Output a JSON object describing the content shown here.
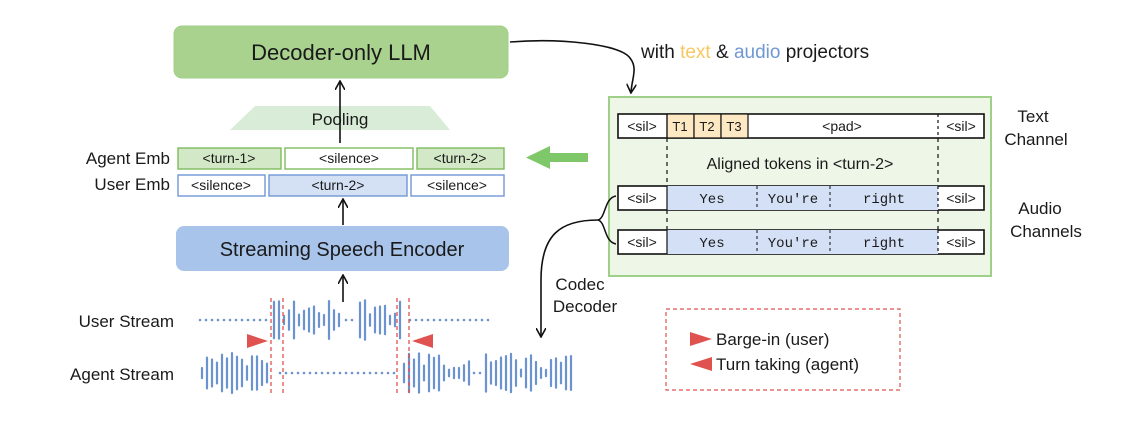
{
  "colors": {
    "llm_fill": "#a9d28f",
    "llm_stroke": "#9fcf87",
    "encoder_fill": "#a8c4ea",
    "agent_box_fill": "#d3e8c6",
    "agent_box_stroke": "#7fbb5e",
    "user_box_fill": "#d4e1f5",
    "user_box_stroke": "#6f97d4",
    "pooling_fill": "#d9ecd7",
    "panel_fill": "#eef6e8",
    "panel_stroke": "#9fd08a",
    "text_token_fill": "#fde8c4",
    "audio_token_fill": "#d3e0f5",
    "waveform": "#6b93cf",
    "marker": "#e0524f",
    "text_word": "#f6c85f",
    "audio_word": "#6f97d4",
    "arrow_green": "#7ec86a"
  },
  "llm": {
    "label": "Decoder-only LLM"
  },
  "projector_note": {
    "prefix": "with ",
    "text_word": "text",
    "middle": " & ",
    "audio_word": "audio",
    "suffix": " projectors"
  },
  "pooling": {
    "label": "Pooling"
  },
  "agent_emb": {
    "label": "Agent Emb",
    "tokens": [
      "<turn-1>",
      "<silence>",
      "<turn-2>"
    ]
  },
  "user_emb": {
    "label": "User Emb",
    "tokens": [
      "<silence>",
      "<turn-2>",
      "<silence>"
    ]
  },
  "encoder": {
    "label": "Streaming Speech Encoder"
  },
  "streams": {
    "user_label": "User Stream",
    "agent_label": "Agent Stream"
  },
  "text_channel": {
    "label_line1": "Text",
    "label_line2": "Channel",
    "tokens": [
      "<sil>",
      "T1",
      "T2",
      "T3",
      "<pad>",
      "<sil>"
    ],
    "aligned_note": "Aligned tokens in <turn-2>"
  },
  "audio_channels": {
    "label_line1": "Audio",
    "label_line2": "Channels",
    "row1": [
      "<sil>",
      "Yes",
      "You're",
      "right",
      "<sil>"
    ],
    "row2": [
      "<sil>",
      "Yes",
      "You're",
      "right",
      "<sil>"
    ]
  },
  "codec": {
    "line1": "Codec",
    "line2": "Decoder"
  },
  "legend": {
    "barge_in": "Barge-in (user)",
    "turn_taking": "Turn taking (agent)"
  }
}
